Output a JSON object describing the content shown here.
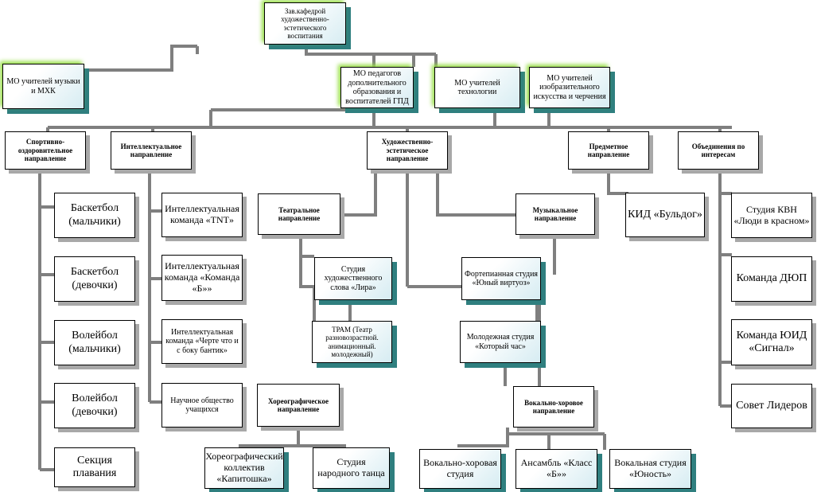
{
  "boxes": {
    "head": "Зав.кафедрой художественно-эстетического воспитания",
    "mo_music": "МО учителей музыки и МХК",
    "mo_pdo": "МО педагогов дополнительного образования и воспитателей ГПД",
    "mo_tech": "МО учителей технологии",
    "mo_art": "МО учителей изобразительного искусства и черчения",
    "dir_sport": "Спортивно-оздоровительное направление",
    "dir_intel": "Интеллектуальное направление",
    "dir_art": "Художественно-эстетическое направление",
    "dir_subject": "Предметное направление",
    "dir_interests": "Объединения по интересам",
    "basket_boys": "Баскетбол (мальчики)",
    "basket_girls": "Баскетбол (девочки)",
    "volley_boys": "Волейбол (мальчики)",
    "volley_girls": "Волейбол (девочки)",
    "swimming": "Секция плавания",
    "intel_tnt": "Интеллектуальная команда «TNT»",
    "intel_b": "Интеллектуальная команда «Команда «Б»»",
    "intel_chert": "Интеллектуальная команда «Черте что и с боку бантик»",
    "science": "Научное общество учащихся",
    "theatre": "Театральное направление",
    "lira": "Студия художественного слова «Лира»",
    "tram": "ТРАМ (Театр разновозрастной. анимационный. молодежный)",
    "choreo": "Хореографическое направление",
    "kapitoshka": "Хореографический коллектив «Капитошка»",
    "folk_dance": "Студия народного танца",
    "music": "Музыкальное направление",
    "piano": "Фортепианная студия «Юный виртуоз»",
    "youth_studio": "Молодежная студия «Который час»",
    "vocal_dir": "Вокально-хоровое направление",
    "vocal_choir": "Вокально-хоровая студия",
    "ensemble": "Ансамбль «Класс «Б»»",
    "vocal_youth": "Вокальная студия «Юность»",
    "kid": "КИД «Бульдог»",
    "kvn": "Студия КВН «Люди в красном»",
    "dyup": "Команда ДЮП",
    "yuid": "Команда ЮИД «Сигнал»",
    "leaders": "Совет Лидеров"
  },
  "colors": {
    "line": "#7f7f7f",
    "shadow_teal": "#2f7f7f",
    "shadow_gray": "#a8a8a8",
    "glow_green": "#9adf4a",
    "gradient_end": "#d6ecf2"
  }
}
